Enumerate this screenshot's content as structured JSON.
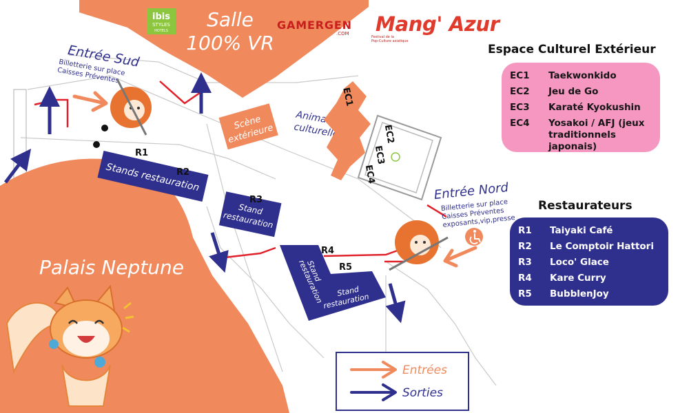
{
  "header": {
    "salle_line1": "Salle",
    "salle_line2": "100% VR",
    "ibis_line1": "ibis",
    "ibis_line2": "STYLES",
    "ibis_line3": "HOTELS",
    "gamergen_main": "GAMERGEN",
    "gamergen_suffix": ".COM",
    "mangazur_logo": "Mang' Azur",
    "mangazur_tagline1": "Festival de la",
    "mangazur_tagline2": "Pop-Culture asiatique"
  },
  "map": {
    "entree_sud": "Entrée Sud",
    "entree_sud_line1": "Billetterie sur place",
    "entree_sud_line2": "Caisses Préventes",
    "entree_nord": "Entrée Nord",
    "entree_nord_line1": "Billetterie sur place",
    "entree_nord_line2": "Caisses Préventes",
    "entree_nord_line3": "exposants,vip,presse",
    "scene_line1": "Scène",
    "scene_line2": "extérieure",
    "animations_line1": "Animations",
    "animations_line2": "culturelles",
    "stands_restauration": "Stands restauration",
    "stand_line1": "Stand",
    "stand_line2": "restauration",
    "palais": "Palais Neptune",
    "label_r1": "R1",
    "label_r2": "R2",
    "label_r3": "R3",
    "label_r4": "R4",
    "label_r5": "R5",
    "label_ec1": "EC1",
    "label_ec2": "EC2",
    "label_ec3": "EC3",
    "label_ec4": "EC4"
  },
  "legend": {
    "entrees": "Entrées",
    "sorties": "Sorties"
  },
  "espace_culturel": {
    "title": "Espace Culturel Extérieur",
    "items": [
      {
        "code": "EC1",
        "name": "Taekwonkido"
      },
      {
        "code": "EC2",
        "name": "Jeu de Go"
      },
      {
        "code": "EC3",
        "name": "Karaté Kyokushin"
      },
      {
        "code": "EC4",
        "name": "Yosakoi / AFJ (jeux traditionnels japonais)"
      }
    ]
  },
  "restaurateurs": {
    "title": "Restaurateurs",
    "items": [
      {
        "code": "R1",
        "name": "Taiyaki Café"
      },
      {
        "code": "R2",
        "name": "Le Comptoir Hattori"
      },
      {
        "code": "R3",
        "name": "Loco' Glace"
      },
      {
        "code": "R4",
        "name": "Kare Curry"
      },
      {
        "code": "R5",
        "name": "BubblenJoy"
      }
    ]
  },
  "colors": {
    "orange": "#f08a5d",
    "navy": "#2f2f8e",
    "pink": "#f597c0",
    "red": "#e0202a",
    "green": "#8cc63f",
    "mangazur_red": "#e03a2c"
  }
}
